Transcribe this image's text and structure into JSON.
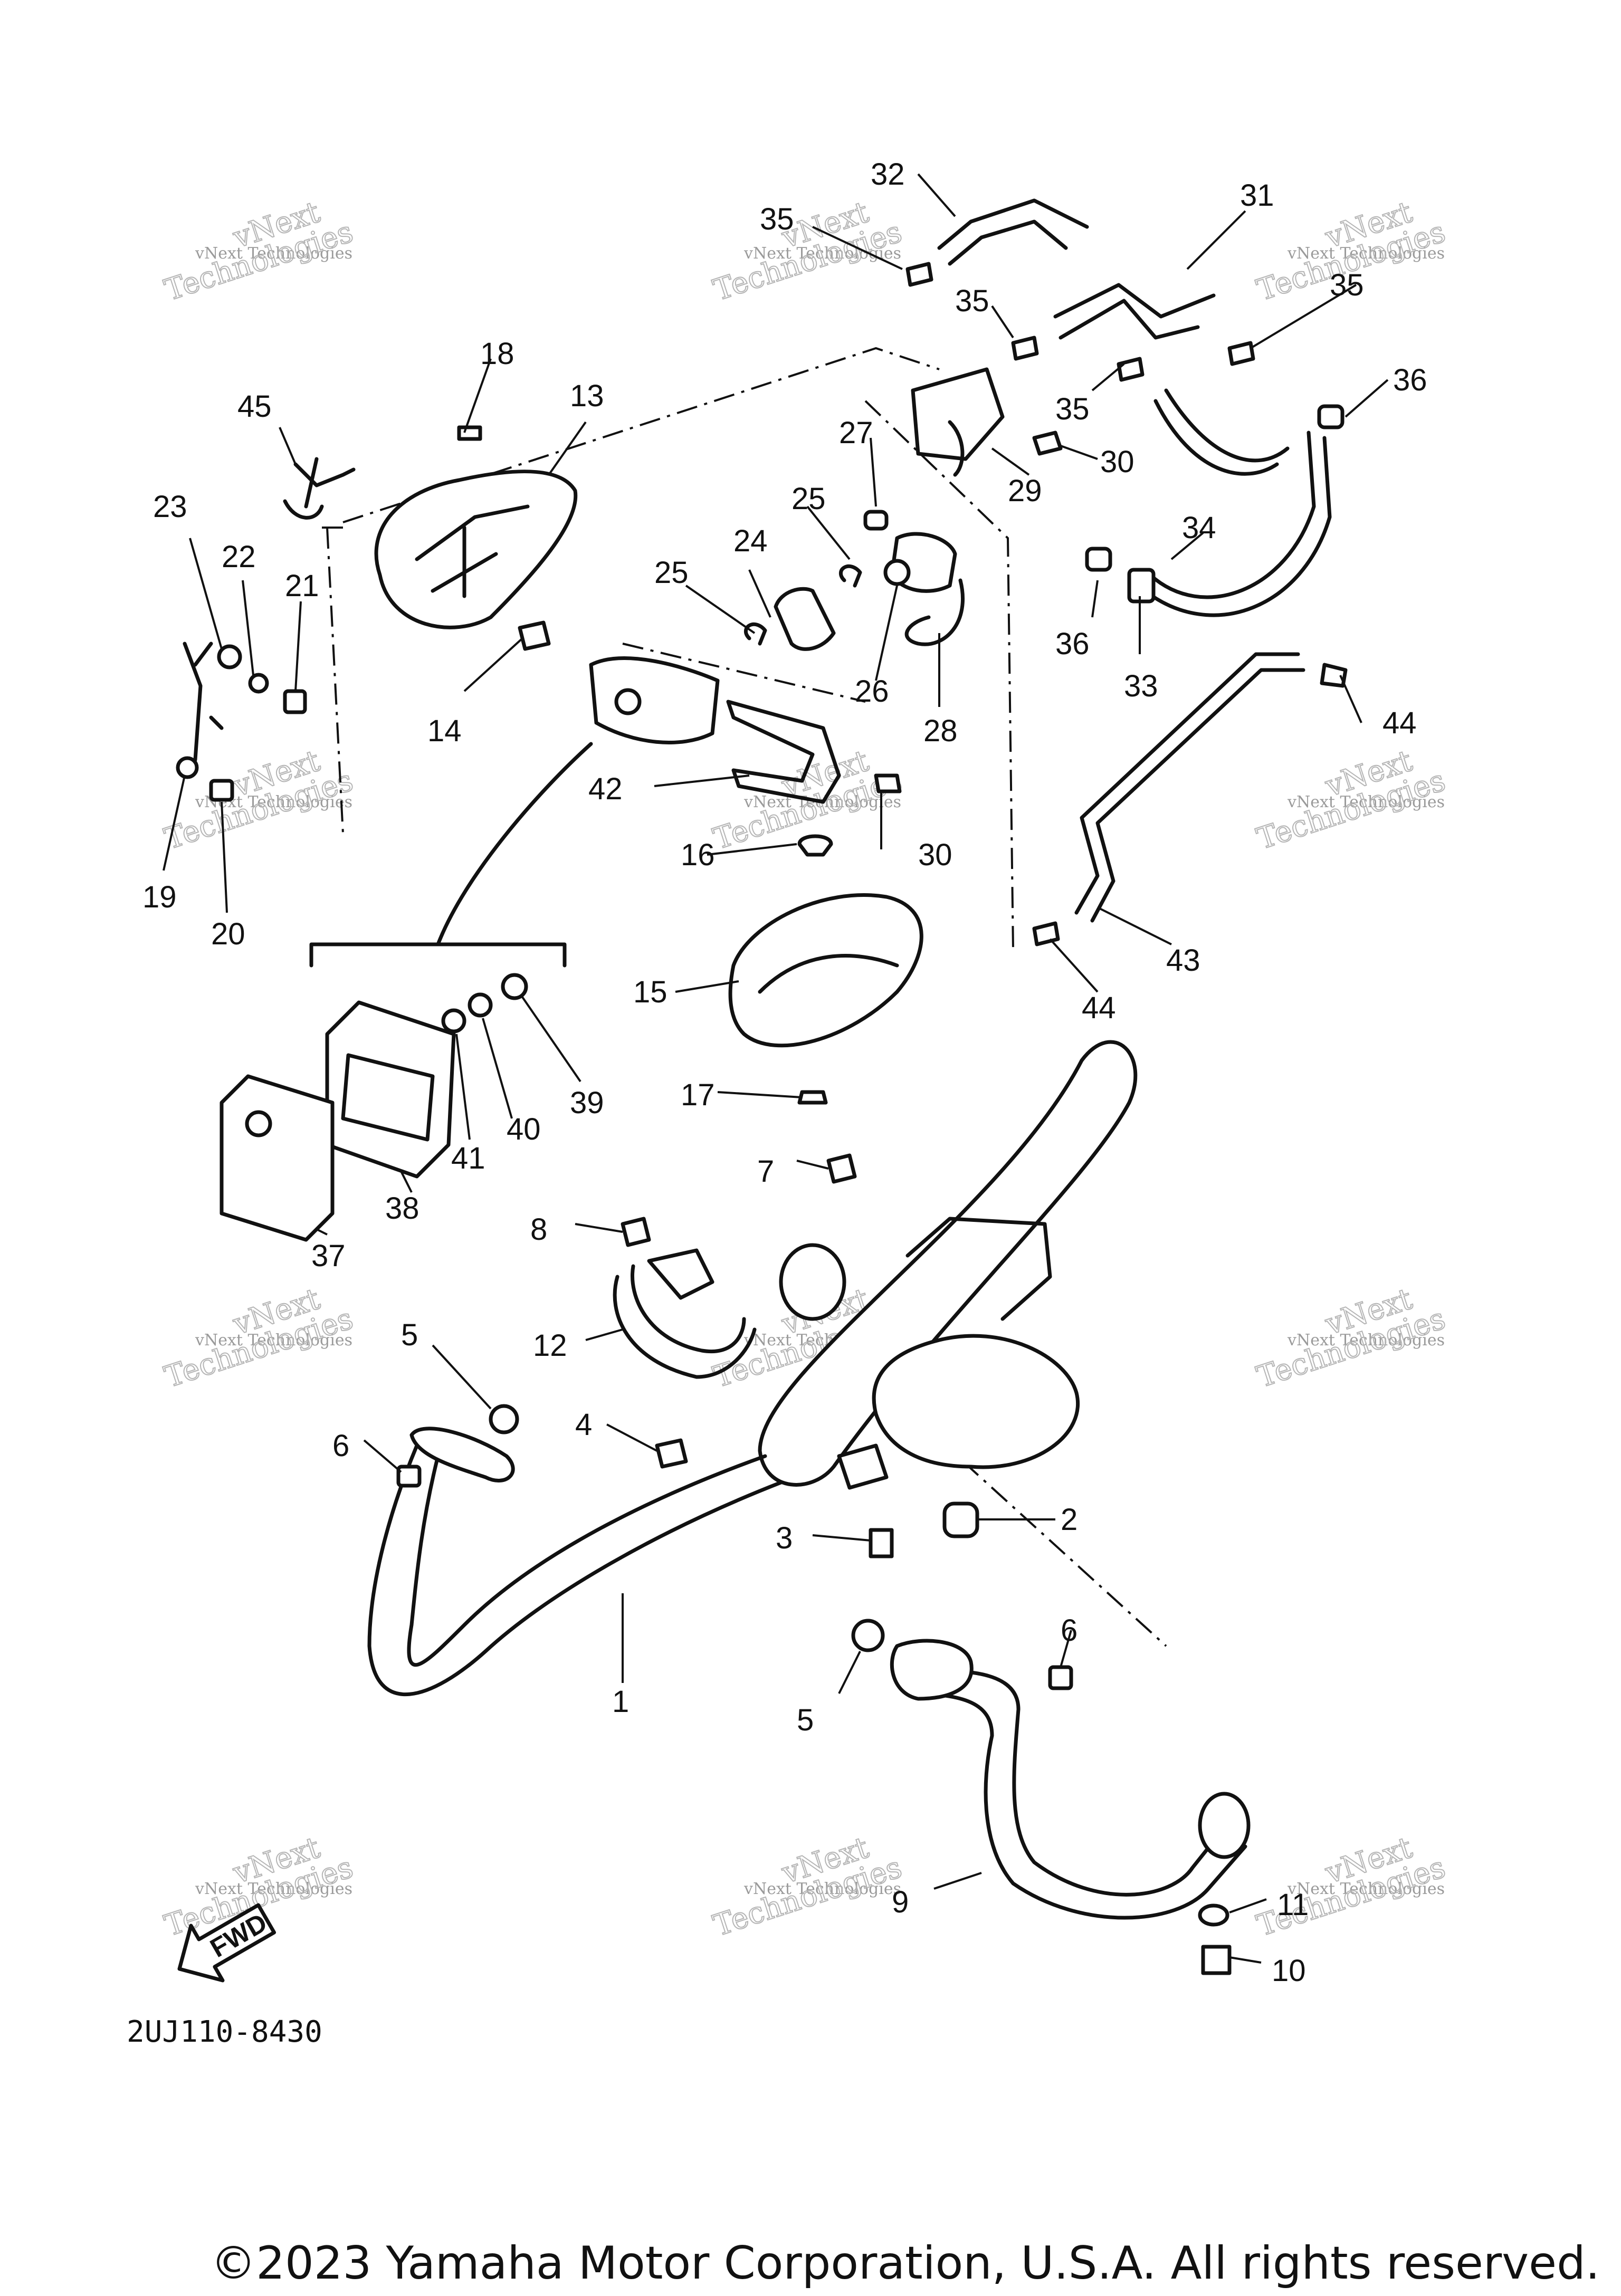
{
  "callouts": [
    "1",
    "2",
    "3",
    "4",
    "5",
    "5",
    "6",
    "6",
    "7",
    "8",
    "9",
    "10",
    "11",
    "12",
    "13",
    "14",
    "15",
    "16",
    "17",
    "18",
    "19",
    "20",
    "21",
    "22",
    "23",
    "24",
    "25",
    "25",
    "26",
    "27",
    "28",
    "29",
    "30",
    "30",
    "31",
    "32",
    "33",
    "34",
    "35",
    "35",
    "35",
    "35",
    "36",
    "36",
    "37",
    "38",
    "39",
    "40",
    "41",
    "42",
    "43",
    "44",
    "44",
    "45"
  ],
  "watermark": {
    "line1": "vNext Technologies",
    "line2": "vNext",
    "line3": "Technologies"
  },
  "fwd_label": "FWD",
  "drawing_code": "2UJ110-8430",
  "copyright": "©2023 Yamaha Motor Corporation, U.S.A. All rights reserved."
}
